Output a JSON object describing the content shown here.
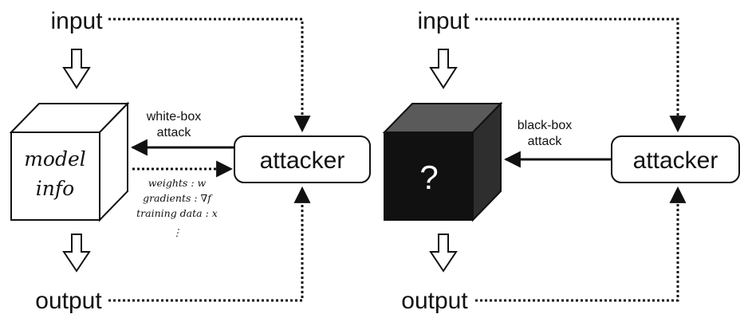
{
  "white_box_panel": {
    "input_label": "input",
    "output_label": "output",
    "model_cube": {
      "line1": "model",
      "line2": "info"
    },
    "attack_label_line1": "white-box",
    "attack_label_line2": "attack",
    "attacker_label": "attacker",
    "leaked_info": [
      "weights : w",
      "gradients : ∇f",
      "training data : x",
      "⋮"
    ]
  },
  "black_box_panel": {
    "input_label": "input",
    "output_label": "output",
    "model_cube": {
      "symbol": "?"
    },
    "attack_label_line1": "black-box",
    "attack_label_line2": "attack",
    "attacker_label": "attacker"
  },
  "colors": {
    "line": "#111111",
    "black_cube_front": "#111111",
    "black_cube_top": "#5a5a5a",
    "black_cube_side": "#2e2e2e"
  }
}
